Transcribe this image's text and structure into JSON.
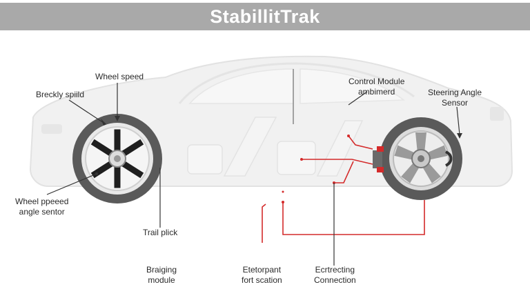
{
  "title": "StabillitTrak",
  "labels": {
    "wheel_speed": "Wheel speed",
    "breckly": "Breckly spiild",
    "control_module_l1": "Control Module",
    "control_module_l2": "ambimerd",
    "steering_l1": "Steering Angle",
    "steering_l2": "Sensor",
    "wheel_ppeeed_l1": "Wheel ppeeed",
    "wheel_ppeeed_l2": "angle sentor",
    "trail_plick": "Trail plick",
    "braiging_l1": "Braiging",
    "braiging_l2": "module",
    "etetorpant_l1": "Etetorpant",
    "etetorpant_l2": "fort scation",
    "ecrtrecting_l1": "Ecrtrecting",
    "ecrtrecting_l2": "Connection"
  },
  "colors": {
    "title_bar": "#a9a9a9",
    "wire_red": "#d42a2a",
    "tire": "#555555",
    "car_body": "#f1f1f1"
  }
}
